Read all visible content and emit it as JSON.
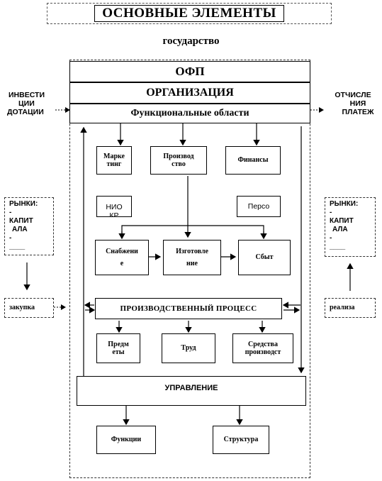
{
  "title": "ОСНОВНЫЕ ЭЛЕМЕНТЫ",
  "top_label": "государство",
  "left_inflow": [
    "ИНВЕСТИ",
    "ЦИИ",
    "ДОТАЦИИ"
  ],
  "right_outflow": [
    "ОТЧИСЛЕ",
    "НИЯ",
    "ПЛАТЕЖ"
  ],
  "layers": {
    "ofp": "ОФП",
    "organization": "ОРГАНИЗАЦИЯ",
    "functional_areas": "Функциональные области"
  },
  "functions": {
    "marketing": [
      "Марке",
      "тинг"
    ],
    "production": [
      "Производ",
      "ство"
    ],
    "finance": "Финансы",
    "nio": [
      "НИО",
      "КР"
    ],
    "personnel": "Персо"
  },
  "process_chain": {
    "supply": [
      "Снабжени",
      "е"
    ],
    "manufacturing": [
      "Изготовле",
      "ние"
    ],
    "sales": "Сбыт"
  },
  "production_process": "ПРОИЗВОДСТВЕННЫЙ ПРОЦЕСС",
  "resources": {
    "objects": [
      "Предм",
      "еты"
    ],
    "labor": "Труд",
    "means": [
      "Средства",
      "производст"
    ]
  },
  "management": "УПРАВЛЕНИЕ",
  "management_parts": {
    "functions": "Функции",
    "structure": "Структура"
  },
  "left_market": [
    "РЫНКИ:",
    "-",
    "КАПИТ",
    "АЛА",
    "-",
    "____"
  ],
  "right_market": [
    "РЫНКИ:",
    "-",
    "КАПИТ",
    "АЛА",
    "-",
    "____"
  ],
  "purchase": "закупка",
  "sale": "реализа"
}
